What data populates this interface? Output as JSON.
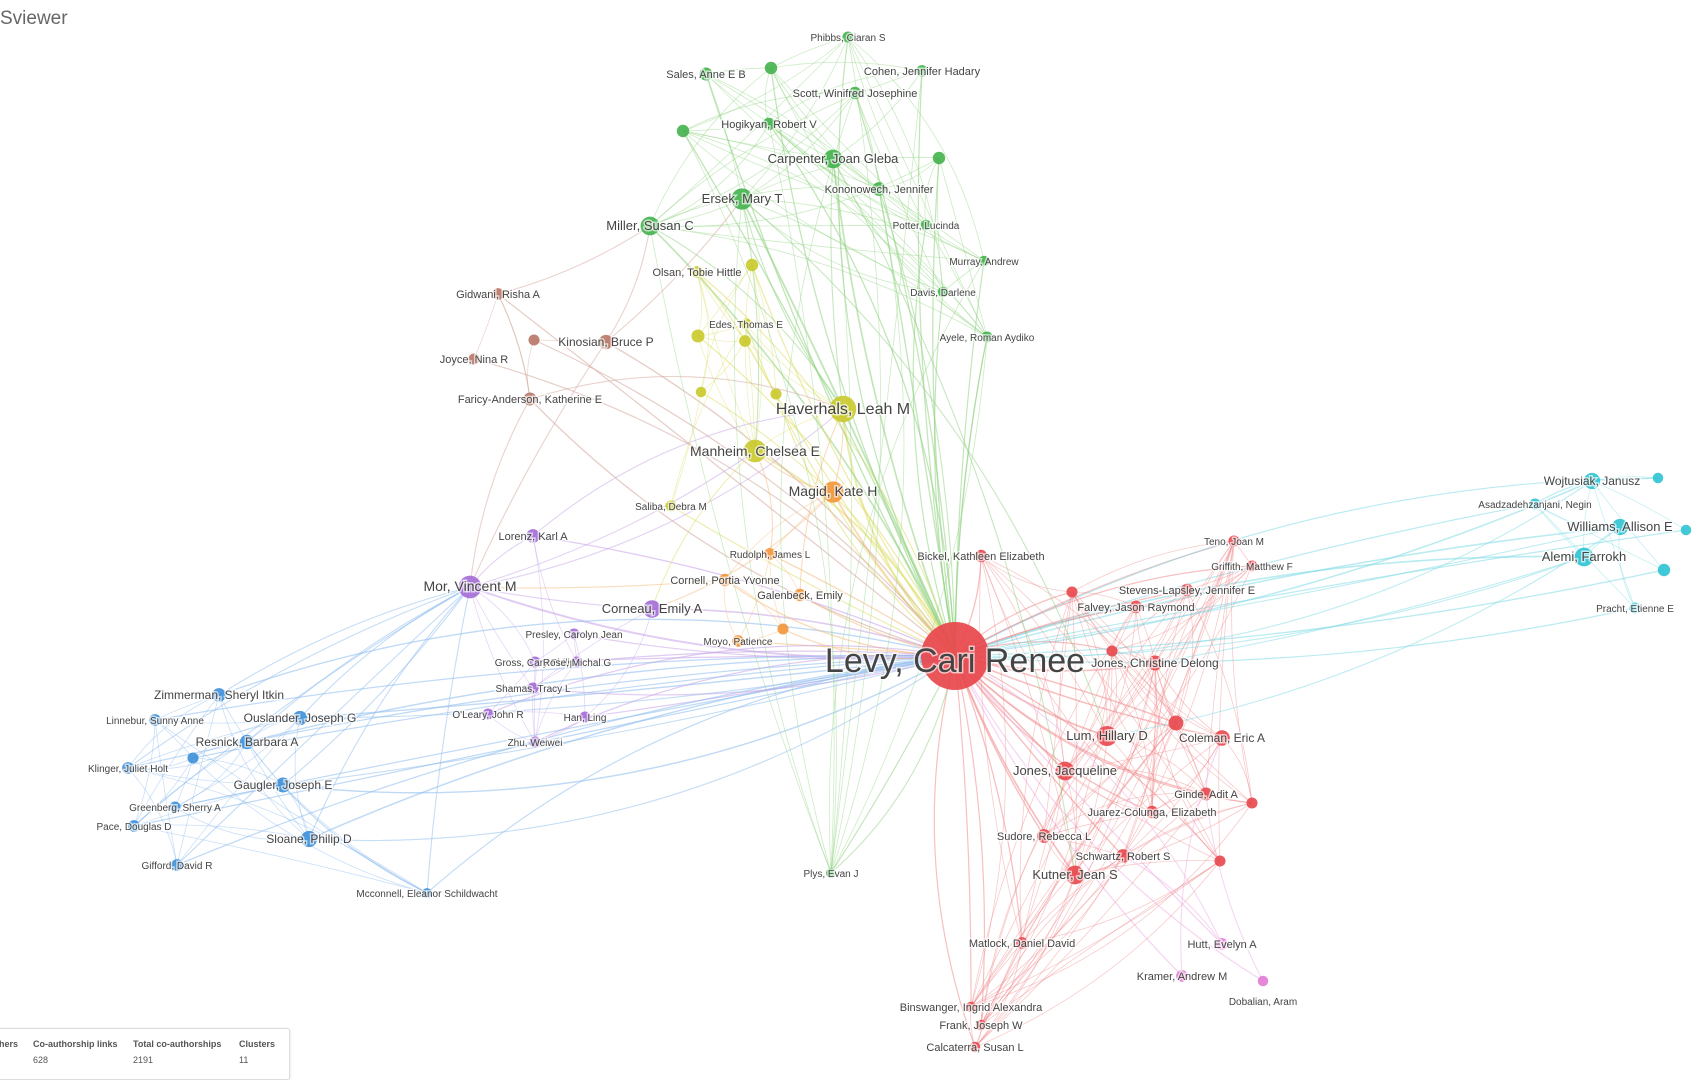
{
  "app": {
    "title": "Sviewer"
  },
  "clusters": [
    {
      "id": "red",
      "color": "#e8474c",
      "edge": "#f08a8c"
    },
    {
      "id": "green",
      "color": "#43b14b",
      "edge": "#8fd27f"
    },
    {
      "id": "blue",
      "color": "#3d8fd9",
      "edge": "#8cbbee"
    },
    {
      "id": "yellow",
      "color": "#c9c92a",
      "edge": "#dede6e"
    },
    {
      "id": "purple",
      "color": "#a46bd6",
      "edge": "#c7a3e8"
    },
    {
      "id": "cyan",
      "color": "#2ec3d3",
      "edge": "#7fdbe6"
    },
    {
      "id": "orange",
      "color": "#f2963a",
      "edge": "#f6ba7c"
    },
    {
      "id": "brown",
      "color": "#b87767",
      "edge": "#d3a89c"
    },
    {
      "id": "pink",
      "color": "#e27bd6",
      "edge": "#eeb0e6"
    }
  ],
  "nodes": [
    {
      "id": "levy",
      "label": "Levy, Cari Renee",
      "cluster": "red",
      "weight": 1.0
    },
    {
      "id": "haverhals",
      "label": "Haverhals, Leah M",
      "cluster": "yellow",
      "weight": 0.32
    },
    {
      "id": "manheim",
      "label": "Manheim, Chelsea E",
      "cluster": "yellow",
      "weight": 0.26
    },
    {
      "id": "magid",
      "label": "Magid, Kate H",
      "cluster": "orange",
      "weight": 0.24
    },
    {
      "id": "mor",
      "label": "Mor, Vincent M",
      "cluster": "purple",
      "weight": 0.26
    },
    {
      "id": "corneau",
      "label": "Corneau, Emily A",
      "cluster": "purple",
      "weight": 0.18
    },
    {
      "id": "ersek",
      "label": "Ersek, Mary T",
      "cluster": "green",
      "weight": 0.24
    },
    {
      "id": "carpenter",
      "label": "Carpenter, Joan Gleba",
      "cluster": "green",
      "weight": 0.2
    },
    {
      "id": "miller",
      "label": "Miller, Susan C",
      "cluster": "green",
      "weight": 0.2
    },
    {
      "id": "lum",
      "label": "Lum, Hillary D",
      "cluster": "red",
      "weight": 0.22
    },
    {
      "id": "jonesj",
      "label": "Jones, Jacqueline",
      "cluster": "red",
      "weight": 0.2
    },
    {
      "id": "kutner",
      "label": "Kutner, Jean S",
      "cluster": "red",
      "weight": 0.2
    },
    {
      "id": "coleman",
      "label": "Coleman, Eric A",
      "cluster": "red",
      "weight": 0.15
    },
    {
      "id": "jonesc",
      "label": "Jones, Christine Delong",
      "cluster": "red",
      "weight": 0.14
    },
    {
      "id": "alemi",
      "label": "Alemi, Farrokh",
      "cluster": "cyan",
      "weight": 0.2
    },
    {
      "id": "williams",
      "label": "Williams, Allison E",
      "cluster": "cyan",
      "weight": 0.16
    },
    {
      "id": "wojtusiak",
      "label": "Wojtusiak, Janusz",
      "cluster": "cyan",
      "weight": 0.16
    },
    {
      "id": "sloane",
      "label": "Sloane, Philip D",
      "cluster": "blue",
      "weight": 0.16
    },
    {
      "id": "gaugler",
      "label": "Gaugler, Joseph E",
      "cluster": "blue",
      "weight": 0.14
    },
    {
      "id": "resnick",
      "label": "Resnick, Barbara A",
      "cluster": "blue",
      "weight": 0.13
    },
    {
      "id": "ouslander",
      "label": "Ouslander, Joseph G",
      "cluster": "blue",
      "weight": 0.13
    },
    {
      "id": "zimmerman",
      "label": "Zimmerman, Sheryl Itkin",
      "cluster": "blue",
      "weight": 0.12
    },
    {
      "id": "kinosian",
      "label": "Kinosian, Bruce P",
      "cluster": "brown",
      "weight": 0.13
    },
    {
      "id": "faricy",
      "label": "Faricy-Anderson, Katherine E",
      "cluster": "brown",
      "weight": 0.11
    },
    {
      "id": "gidwani",
      "label": "Gidwani, Risha A",
      "cluster": "brown",
      "weight": 0.09
    },
    {
      "id": "joycen",
      "label": "Joyce, Nina R",
      "cluster": "brown",
      "weight": 0.08
    },
    {
      "id": "lorenz",
      "label": "Lorenz, Karl A",
      "cluster": "purple",
      "weight": 0.12
    },
    {
      "id": "sudore",
      "label": "Sudore, Rebecca L",
      "cluster": "red",
      "weight": 0.12
    },
    {
      "id": "schwartz",
      "label": "Schwartz, Robert S",
      "cluster": "red",
      "weight": 0.12
    },
    {
      "id": "ginde",
      "label": "Ginde, Adit A",
      "cluster": "red",
      "weight": 0.11
    },
    {
      "id": "juarez",
      "label": "Juarez-Colunga, Elizabeth",
      "cluster": "red",
      "weight": 0.1
    },
    {
      "id": "stevens",
      "label": "Stevens-Lapsley, Jennifer E",
      "cluster": "red",
      "weight": 0.1
    },
    {
      "id": "falvey",
      "label": "Falvey, Jason Raymond",
      "cluster": "red",
      "weight": 0.1
    },
    {
      "id": "bickel",
      "label": "Bickel, Kathleen Elizabeth",
      "cluster": "red",
      "weight": 0.1
    },
    {
      "id": "teno",
      "label": "Teno, Joan M",
      "cluster": "red",
      "weight": 0.08
    },
    {
      "id": "griffith",
      "label": "Griffith, Matthew F",
      "cluster": "red",
      "weight": 0.08
    },
    {
      "id": "matlock",
      "label": "Matlock, Daniel David",
      "cluster": "red",
      "weight": 0.09
    },
    {
      "id": "binswanger",
      "label": "Binswanger, Ingrid Alexandra",
      "cluster": "red",
      "weight": 0.07
    },
    {
      "id": "frank",
      "label": "Frank, Joseph W",
      "cluster": "red",
      "weight": 0.07
    },
    {
      "id": "calcaterra",
      "label": "Calcaterra, Susan L",
      "cluster": "red",
      "weight": 0.07
    },
    {
      "id": "hutt",
      "label": "Hutt, Evelyn A",
      "cluster": "pink",
      "weight": 0.09
    },
    {
      "id": "kramer",
      "label": "Kramer, Andrew M",
      "cluster": "pink",
      "weight": 0.09
    },
    {
      "id": "dobalian",
      "label": "Dobalian, Aram",
      "cluster": "pink",
      "weight": 0.07
    },
    {
      "id": "cornell",
      "label": "Cornell, Portia Yvonne",
      "cluster": "orange",
      "weight": 0.1
    },
    {
      "id": "galenbeck",
      "label": "Galenbeck, Emily",
      "cluster": "orange",
      "weight": 0.1
    },
    {
      "id": "rudolph",
      "label": "Rudolph, James L",
      "cluster": "orange",
      "weight": 0.09
    },
    {
      "id": "moyo",
      "label": "Moyo, Patience",
      "cluster": "orange",
      "weight": 0.09
    },
    {
      "id": "saliba",
      "label": "Saliba, Debra M",
      "cluster": "yellow",
      "weight": 0.08
    },
    {
      "id": "edes",
      "label": "Edes, Thomas E",
      "cluster": "yellow",
      "weight": 0.08
    },
    {
      "id": "olsan",
      "label": "Olsan, Tobie Hittle",
      "cluster": "yellow",
      "weight": 0.09
    },
    {
      "id": "phibbs",
      "label": "Phibbs, Ciaran S",
      "cluster": "green",
      "weight": 0.08
    },
    {
      "id": "sales",
      "label": "Sales, Anne E B",
      "cluster": "green",
      "weight": 0.11
    },
    {
      "id": "cohen",
      "label": "Cohen, Jennifer Hadary",
      "cluster": "green",
      "weight": 0.09
    },
    {
      "id": "scott",
      "label": "Scott, Winifred Josephine",
      "cluster": "green",
      "weight": 0.1
    },
    {
      "id": "hogikyan",
      "label": "Hogikyan, Robert V",
      "cluster": "green",
      "weight": 0.1
    },
    {
      "id": "kononowech",
      "label": "Kononowech, Jennifer",
      "cluster": "green",
      "weight": 0.12
    },
    {
      "id": "potter",
      "label": "Potter, Lucinda",
      "cluster": "green",
      "weight": 0.07
    },
    {
      "id": "murray",
      "label": "Murray, Andrew",
      "cluster": "green",
      "weight": 0.07
    },
    {
      "id": "davis",
      "label": "Davis, Darlene",
      "cluster": "green",
      "weight": 0.07
    },
    {
      "id": "ayele",
      "label": "Ayele, Roman Aydiko",
      "cluster": "green",
      "weight": 0.08
    },
    {
      "id": "plys",
      "label": "Plys, Evan J",
      "cluster": "green",
      "weight": 0.06
    },
    {
      "id": "presley",
      "label": "Presley, Carolyn Jean",
      "cluster": "purple",
      "weight": 0.08
    },
    {
      "id": "grossc",
      "label": "Gross, Cary Philip",
      "cluster": "purple",
      "weight": 0.08
    },
    {
      "id": "rose",
      "label": "Rose, Michal G",
      "cluster": "purple",
      "weight": 0.08
    },
    {
      "id": "shamas",
      "label": "Shamas, Tracy L",
      "cluster": "purple",
      "weight": 0.08
    },
    {
      "id": "oleary",
      "label": "O'Leary, John R",
      "cluster": "purple",
      "weight": 0.08
    },
    {
      "id": "han",
      "label": "Han, Ling",
      "cluster": "purple",
      "weight": 0.08
    },
    {
      "id": "zhu",
      "label": "Zhu, Weiwei",
      "cluster": "purple",
      "weight": 0.08
    },
    {
      "id": "linnebur",
      "label": "Linnebur, Sunny Anne",
      "cluster": "blue",
      "weight": 0.09
    },
    {
      "id": "klinger",
      "label": "Klinger, Juliet Holt",
      "cluster": "blue",
      "weight": 0.09
    },
    {
      "id": "greenberg",
      "label": "Greenberg, Sherry A",
      "cluster": "blue",
      "weight": 0.08
    },
    {
      "id": "pace",
      "label": "Pace, Douglas D",
      "cluster": "blue",
      "weight": 0.09
    },
    {
      "id": "gifford",
      "label": "Gifford, David R",
      "cluster": "blue",
      "weight": 0.09
    },
    {
      "id": "mcconnell",
      "label": "Mcconnell, Eleanor Schildwacht",
      "cluster": "blue",
      "weight": 0.06
    },
    {
      "id": "asadzadeh",
      "label": "Asadzadehzanjani, Negin",
      "cluster": "cyan",
      "weight": 0.08
    },
    {
      "id": "pracht",
      "label": "Pracht, Etienne E",
      "cluster": "cyan",
      "weight": 0.08
    },
    {
      "id": "u_g1",
      "label": "",
      "cluster": "green",
      "weight": 0.1
    },
    {
      "id": "u_g2",
      "label": "",
      "cluster": "green",
      "weight": 0.1
    },
    {
      "id": "u_g3",
      "label": "",
      "cluster": "green",
      "weight": 0.1
    },
    {
      "id": "u_y1",
      "label": "",
      "cluster": "yellow",
      "weight": 0.1
    },
    {
      "id": "u_y2",
      "label": "",
      "cluster": "yellow",
      "weight": 0.09
    },
    {
      "id": "u_y3",
      "label": "",
      "cluster": "yellow",
      "weight": 0.11
    },
    {
      "id": "u_y4",
      "label": "",
      "cluster": "yellow",
      "weight": 0.07
    },
    {
      "id": "u_y5",
      "label": "",
      "cluster": "yellow",
      "weight": 0.08
    },
    {
      "id": "u_b1",
      "label": "",
      "cluster": "brown",
      "weight": 0.08
    },
    {
      "id": "u_o1",
      "label": "",
      "cluster": "orange",
      "weight": 0.08
    },
    {
      "id": "u_r1",
      "label": "",
      "cluster": "red",
      "weight": 0.14
    },
    {
      "id": "u_r2",
      "label": "",
      "cluster": "red",
      "weight": 0.08
    },
    {
      "id": "u_r3",
      "label": "",
      "cluster": "red",
      "weight": 0.08
    },
    {
      "id": "u_r4",
      "label": "",
      "cluster": "red",
      "weight": 0.08
    },
    {
      "id": "u_r5",
      "label": "",
      "cluster": "red",
      "weight": 0.08
    },
    {
      "id": "u_c1",
      "label": "",
      "cluster": "cyan",
      "weight": 0.1
    },
    {
      "id": "u_c2",
      "label": "",
      "cluster": "cyan",
      "weight": 0.07
    },
    {
      "id": "u_c3",
      "label": "",
      "cluster": "cyan",
      "weight": 0.07
    },
    {
      "id": "u_bl1",
      "label": "",
      "cluster": "blue",
      "weight": 0.08
    }
  ],
  "stats": [
    {
      "key": "researchers",
      "label": "hers",
      "value": ""
    },
    {
      "key": "links",
      "label": "Co-authorship links",
      "value": "628"
    },
    {
      "key": "total",
      "label": "Total co-authorships",
      "value": "2191"
    },
    {
      "key": "clusters",
      "label": "Clusters",
      "value": "11"
    }
  ]
}
